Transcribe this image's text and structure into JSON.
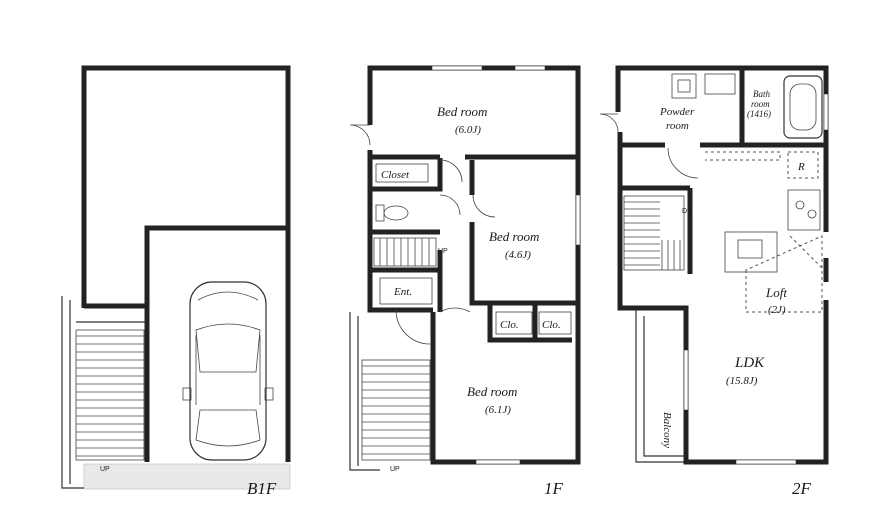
{
  "floors": {
    "b1f": {
      "name": "B1F",
      "stair_up": "UP"
    },
    "f1": {
      "name": "1F",
      "stair_up_outer": "UP",
      "stair_up_inner": "UP"
    },
    "f2": {
      "name": "2F",
      "stair_down": "DN"
    }
  },
  "rooms": {
    "bed1_name": "Bed room",
    "bed1_size": "(6.0J)",
    "closet": "Closet",
    "bed2_name": "Bed room",
    "bed2_size": "(4.6J)",
    "ent": "Ent.",
    "clo1": "Clo.",
    "clo2": "Clo.",
    "bed3_name": "Bed room",
    "bed3_size": "(6.1J)",
    "powder_l1": "Powder",
    "powder_l2": "room",
    "bath_l1": "Bath",
    "bath_l2": "room",
    "bath_l3": "(1416)",
    "fridge": "R",
    "loft_name": "Loft",
    "loft_size": "(2J)",
    "ldk_name": "LDK",
    "ldk_size": "(15.8J)",
    "balcony": "Balcony"
  }
}
